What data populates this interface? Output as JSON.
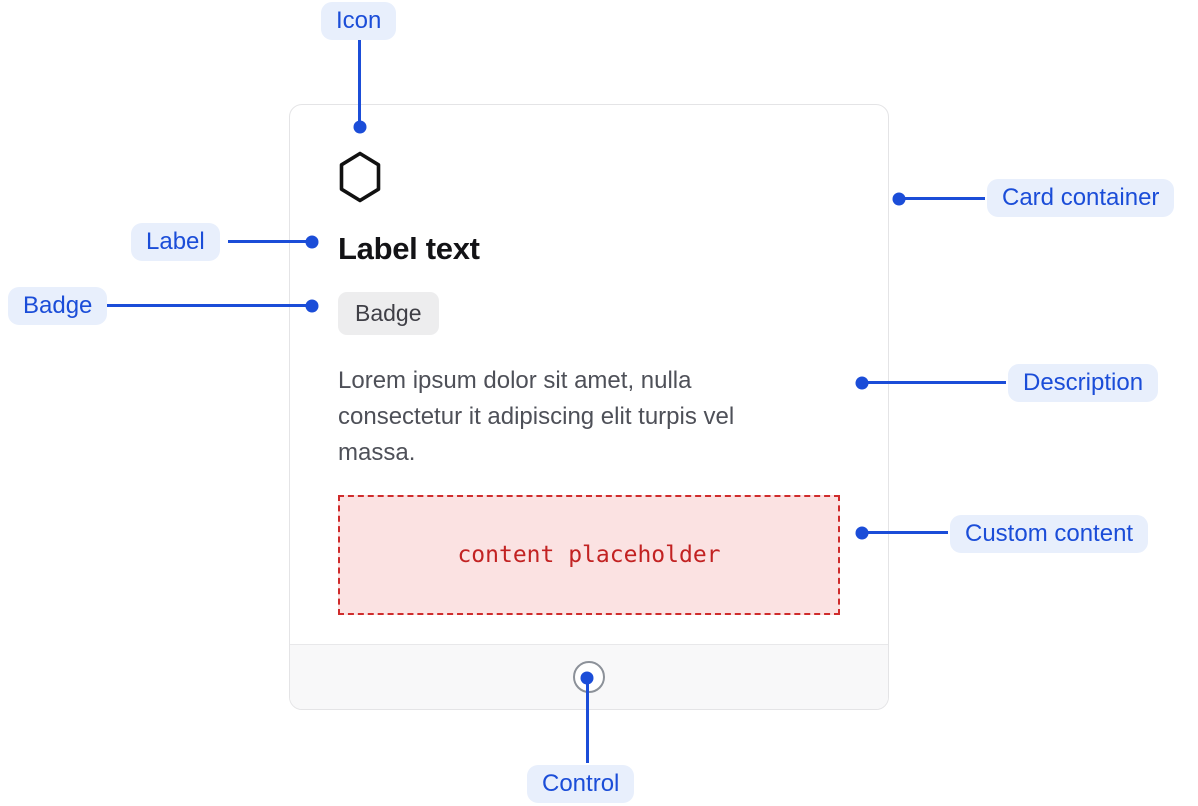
{
  "card": {
    "icon": "hexagon-icon",
    "label": "Label text",
    "badge": "Badge",
    "description_lines": [
      "Lorem ipsum dolor sit amet, nulla",
      "consectetur it adipiscing elit turpis vel",
      "massa."
    ],
    "description_full": "Lorem ipsum dolor sit amet, nulla consectetur it adipiscing elit turpis vel massa.",
    "placeholder_text": "content placeholder"
  },
  "annotations": [
    {
      "id": "icon",
      "label": "Icon"
    },
    {
      "id": "label",
      "label": "Label"
    },
    {
      "id": "badge",
      "label": "Badge"
    },
    {
      "id": "card-container",
      "label": "Card container"
    },
    {
      "id": "description",
      "label": "Description"
    },
    {
      "id": "custom-content",
      "label": "Custom content"
    },
    {
      "id": "control",
      "label": "Control"
    }
  ],
  "colors": {
    "annotation_accent": "#1b4dd8",
    "annotation_pill_bg": "#e8effc",
    "card_border": "#e4e4e6",
    "badge_bg": "#ededee",
    "badge_text": "#3f3f46",
    "description_text": "#4e5058",
    "placeholder_bg": "#fbe2e2",
    "placeholder_border": "#cf2b2b",
    "placeholder_text": "#c22222",
    "footer_bg": "#f8f8f9",
    "control_ring": "#8c9199"
  }
}
